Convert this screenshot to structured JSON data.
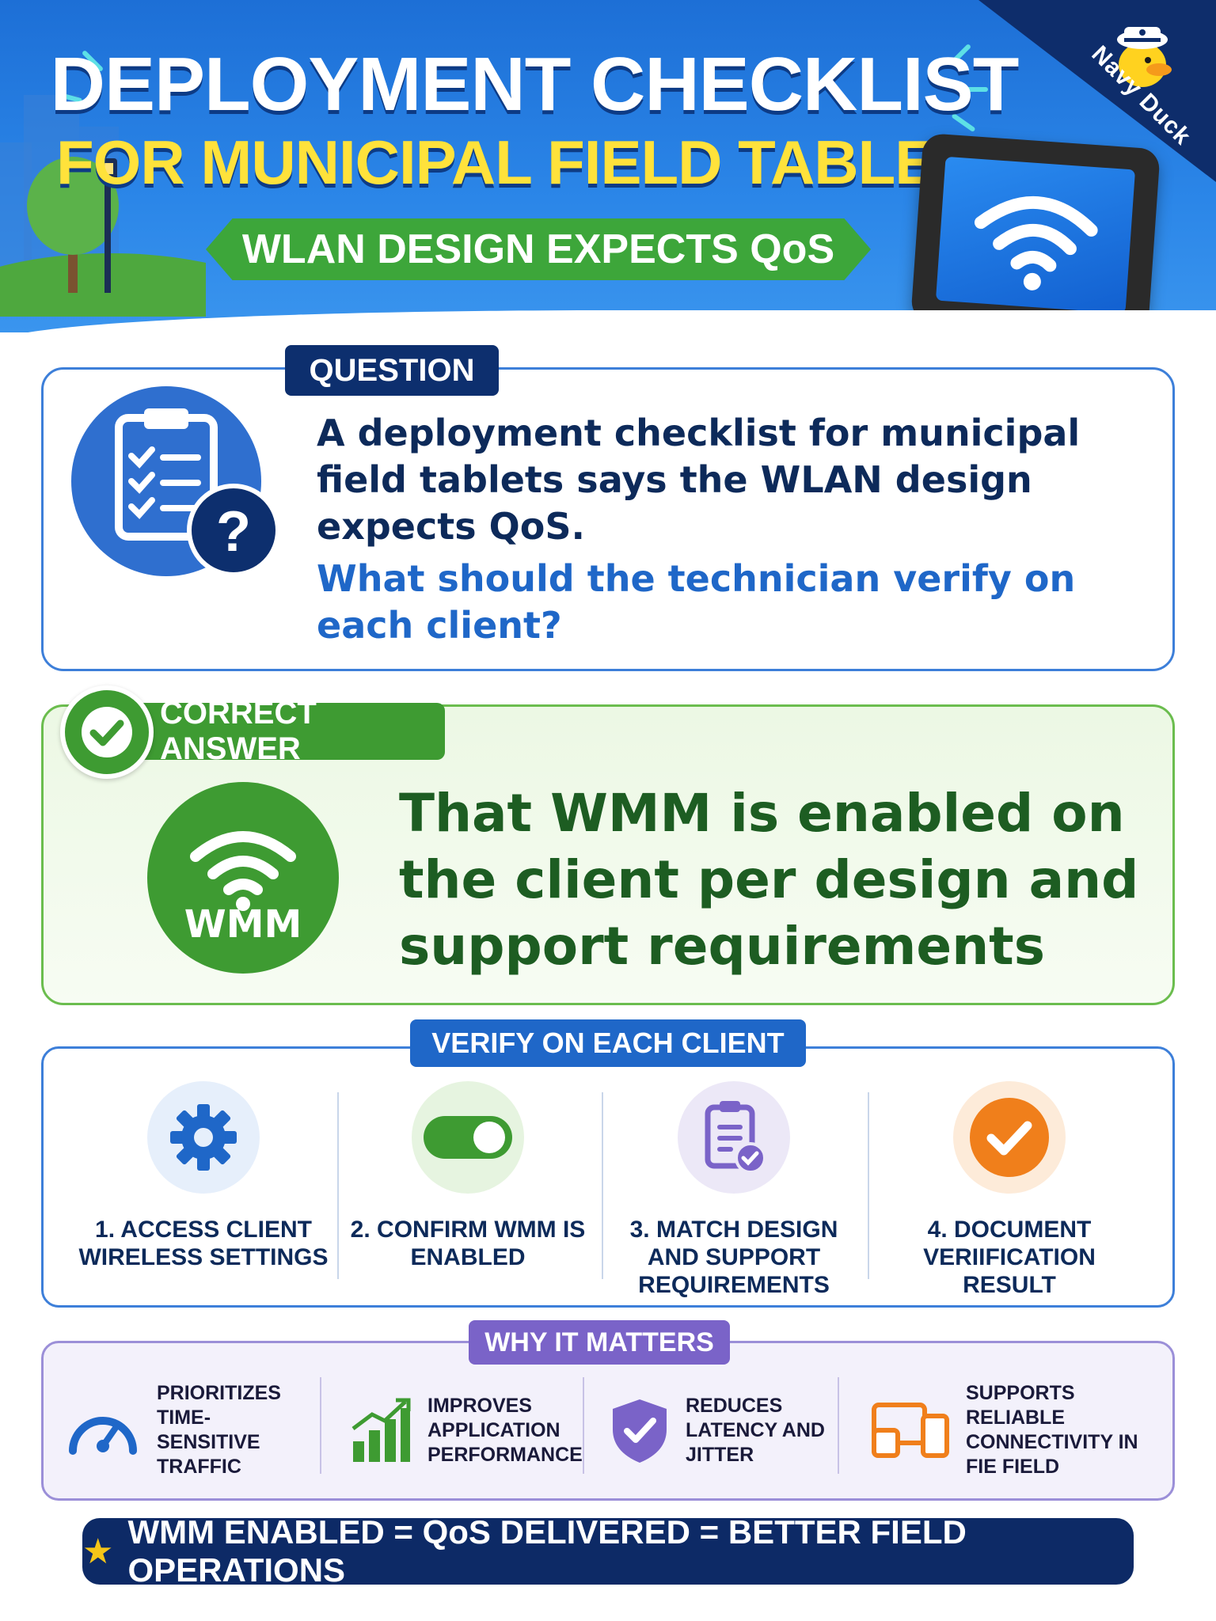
{
  "header": {
    "title_line1": "DEPLOYMENT CHECKLIST",
    "title_line2": "FOR MUNICIPAL FIELD TABLETS",
    "ribbon": "WLAN DESIGN EXPECTS QoS",
    "brand": "Navy Duck"
  },
  "question": {
    "tag": "QUESTION",
    "statement": "A deployment checklist for municipal field tablets says the WLAN design expects QoS.",
    "ask": "What should the technician verify on each client?"
  },
  "answer": {
    "tag": "CORRECT ANSWER",
    "icon_label": "WMM",
    "text": "That WMM is enabled on the client per design and support requirements"
  },
  "verify": {
    "tag": "VERIFY ON EACH CLIENT",
    "steps": [
      {
        "label": "1. ACCESS CLIENT WIRELESS SETTINGS",
        "icon": "gear-icon",
        "color": "#1f67c8"
      },
      {
        "label": "2. CONFIRM WMM IS ENABLED",
        "icon": "toggle-icon",
        "color": "#3e9b32"
      },
      {
        "label": "3. MATCH DESIGN AND SUPPORT REQUIREMENTS",
        "icon": "clipboard-check-icon",
        "color": "#7a63c8"
      },
      {
        "label": "4. DOCUMENT VERIIFICATION RESULT",
        "icon": "check-circle-icon",
        "color": "#f07f1b"
      }
    ]
  },
  "why": {
    "tag": "WHY IT MATTERS",
    "items": [
      {
        "label": "PRIORITIZES TIME-SENSITIVE TRAFFIC",
        "icon": "speedometer-icon",
        "color": "#1f67c8"
      },
      {
        "label": "IMPROVES APPLICATION PERFORMANCE",
        "icon": "bar-chart-icon",
        "color": "#3e9b32"
      },
      {
        "label": "REDUCES LATENCY AND JITTER",
        "icon": "shield-check-icon",
        "color": "#7a63c8"
      },
      {
        "label": "SUPPORTS RELIABLE CONNECTIVITY IN FIE FIELD",
        "icon": "devices-icon",
        "color": "#f07f1b"
      }
    ]
  },
  "footer": {
    "text": "WMM ENABLED = QoS DELIVERED = BETTER FIELD OPERATIONS"
  }
}
